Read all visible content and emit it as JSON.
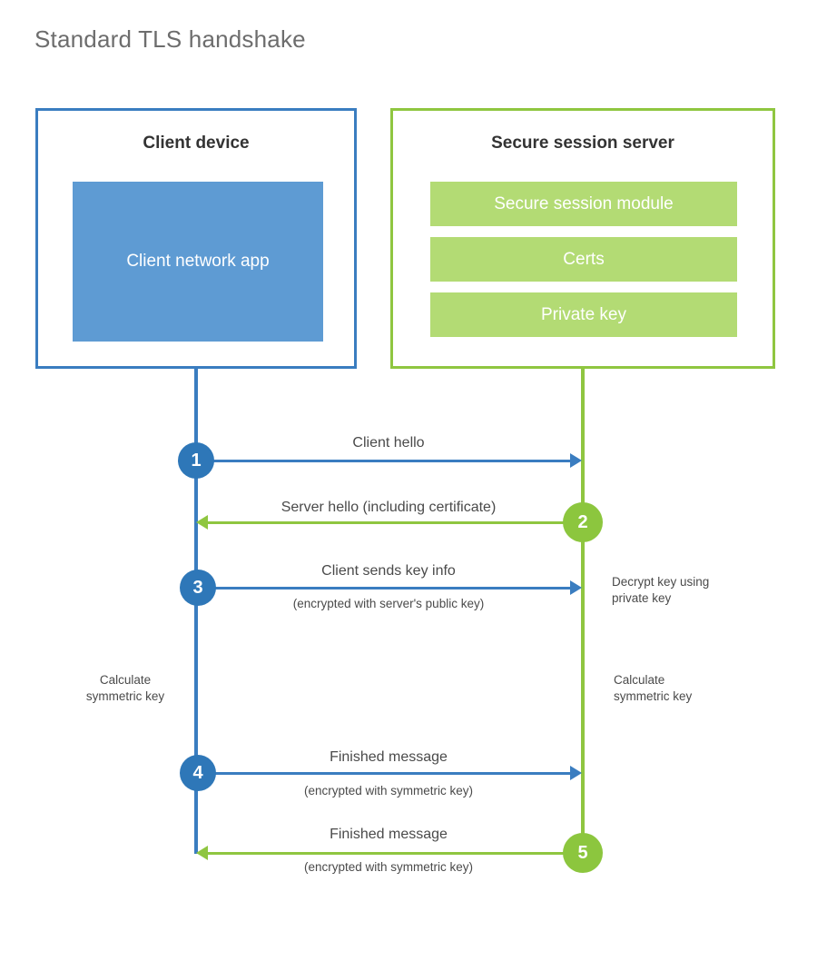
{
  "title": "Standard TLS handshake",
  "colors": {
    "client_blue_border": "#3a7dc0",
    "client_app_fill": "#5e9bd3",
    "server_green_border": "#8fc640",
    "server_block_fill": "#b3db74",
    "step_circle_blue": "#2e77b8",
    "step_circle_green": "#8cc63e",
    "title_gray": "#6d6d6d",
    "text_gray": "#4a4a4a",
    "heading_dark": "#333333"
  },
  "client": {
    "title": "Client device",
    "app_label": "Client network\napp"
  },
  "server": {
    "title": "Secure session server",
    "blocks": [
      {
        "label": "Secure session module"
      },
      {
        "label": "Certs"
      },
      {
        "label": "Private key"
      }
    ]
  },
  "steps": [
    {
      "number": "1",
      "label": "Client hello",
      "sublabel": "",
      "direction": "client-to-server",
      "color": "blue"
    },
    {
      "number": "2",
      "label": "Server hello (including certificate)",
      "sublabel": "",
      "direction": "server-to-client",
      "color": "green"
    },
    {
      "number": "3",
      "label": "Client sends key info",
      "sublabel": "(encrypted with server's public key)",
      "direction": "client-to-server",
      "color": "blue"
    },
    {
      "number": "4",
      "label": "Finished message",
      "sublabel": "(encrypted with symmetric key)",
      "direction": "client-to-server",
      "color": "blue"
    },
    {
      "number": "5",
      "label": "Finished message",
      "sublabel": "(encrypted with symmetric key)",
      "direction": "server-to-client",
      "color": "green"
    }
  ],
  "annotations": {
    "decrypt_key": "Decrypt key using\nprivate key",
    "client_calculate": "Calculate\nsymmetric key",
    "server_calculate": "Calculate\nsymmetric key"
  }
}
